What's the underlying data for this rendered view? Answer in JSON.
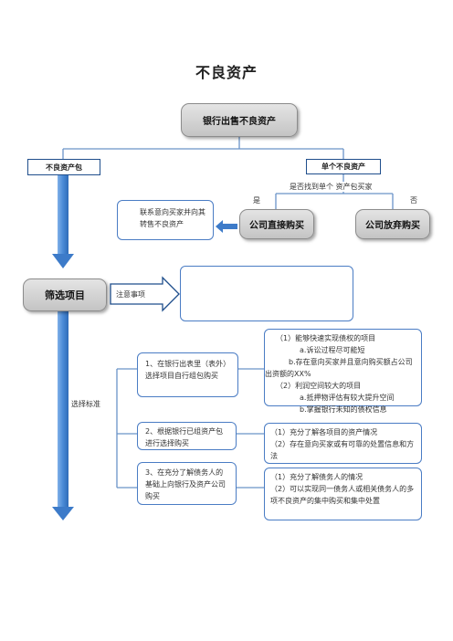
{
  "title": "不良资产",
  "nodes": {
    "bank_sell": "银行出售不良资产",
    "package": "不良资产包",
    "single": "单个不良资产",
    "direct_buy": "公司直接购买",
    "give_up": "公司放弃购买",
    "screening": "筛选项目"
  },
  "labels": {
    "find_buyer": "是否找到单个 资产包买家",
    "yes": "是",
    "no": "否",
    "attention": "注意事项",
    "criteria": "选择标准"
  },
  "contact_note": "联系意向买家并向其转售不良资产",
  "options": [
    "1、在银行出表里（表外）选择项目自行组包购买",
    "2、根据银行已组资产包进行选择购买",
    "3、在充分了解债务人的基础上向银行及资产公司购买"
  ],
  "details1": [
    "（1）能够快速实现债权的项目",
    "a.诉讼过程尽可能短",
    "b.存在意向买家并且意向购买额占公司出资额的XX%",
    "（2）利润空间较大的项目",
    "a.抵押物评估有较大提升空间",
    "b.掌握银行未知的债权信息"
  ],
  "details2": [
    "（1）充分了解各项目的资产情况",
    "（2）存在意向买家或有可靠的处置信息和方法"
  ],
  "details3": [
    "（1）充分了解债务人的情况",
    "（2）可以实现同一债务人或相关债务人的多项不良资产的集中购买和集中处置"
  ],
  "colors": {
    "arrow": "#3f7fcf",
    "navy": "#1f4e8c",
    "box_border": "#4a7cc4",
    "gray": "#c8c8c8"
  }
}
